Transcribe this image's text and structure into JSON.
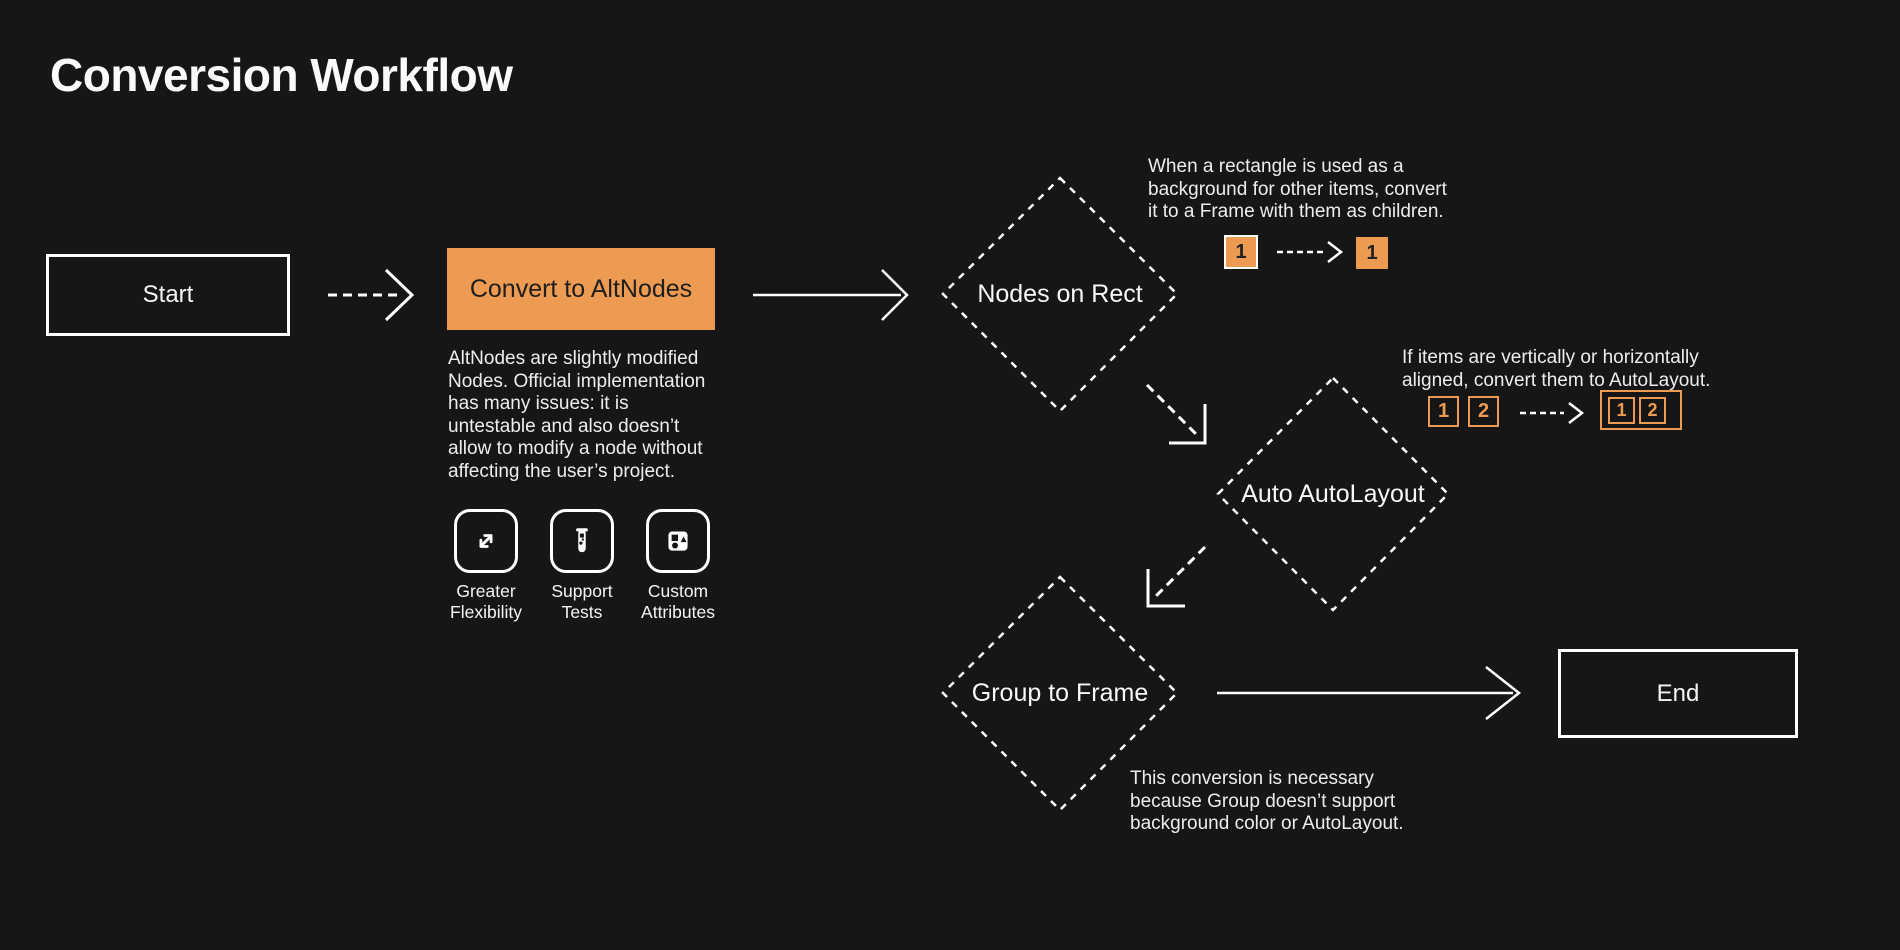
{
  "page": {
    "title": "Conversion Workflow",
    "background_color": "#161616",
    "accent_color": "#ED9B52",
    "line_color": "#FFFFFF"
  },
  "nodes": {
    "start": {
      "label": "Start",
      "shape": "rectangle"
    },
    "convert": {
      "label": "Convert to AltNodes",
      "shape": "rectangle-filled",
      "description": "AltNodes are slightly modified\nNodes. Official implementation\nhas many issues: it is\nuntestable and also doesn’t\nallow to modify a node without\naffecting the user’s project."
    },
    "nodes_on_rect": {
      "label": "Nodes on Rect",
      "shape": "diamond",
      "note": "When a rectangle is used as a\nbackground for other items, convert\nit to a Frame with them as children."
    },
    "auto_autolayout": {
      "label": "Auto AutoLayout",
      "shape": "diamond",
      "note": "If items are vertically or horizontally\naligned, convert them to AutoLayout."
    },
    "group_to_frame": {
      "label": "Group to Frame",
      "shape": "diamond",
      "note": "This conversion is necessary\nbecause Group doesn’t support\nbackground color or AutoLayout."
    },
    "end": {
      "label": "End",
      "shape": "rectangle"
    }
  },
  "features": [
    {
      "icon": "expand-arrows-icon",
      "label": "Greater\nFlexibility"
    },
    {
      "icon": "test-tube-icon",
      "label": "Support\nTests"
    },
    {
      "icon": "shapes-icon",
      "label": "Custom\nAttributes"
    }
  ],
  "illustrations": {
    "rect_to_frame": {
      "before": "1",
      "after": "1"
    },
    "autolayout": {
      "before_items": [
        "1",
        "2"
      ],
      "after_items": [
        "1",
        "2"
      ]
    }
  }
}
